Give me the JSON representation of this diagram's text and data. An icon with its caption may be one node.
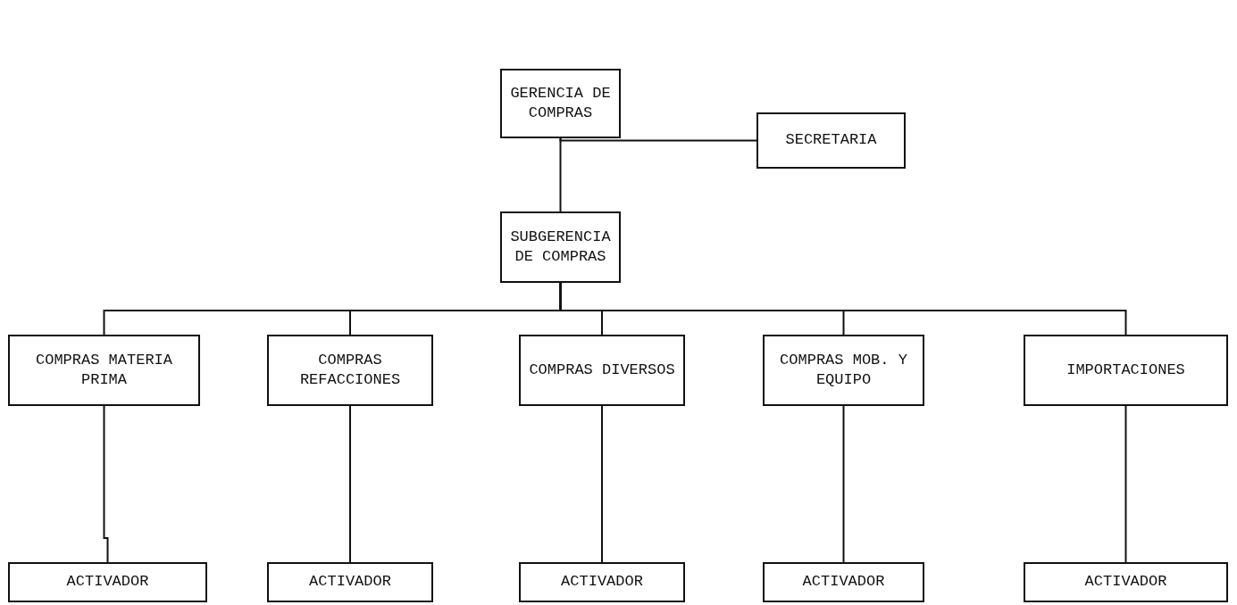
{
  "diagram": {
    "nodes": [
      {
        "text": [
          "GERENCIA DE COMPRAS"
        ]
      },
      {
        "text": [
          "SECRETARIA"
        ]
      },
      {
        "text": [
          "SUBGERENCIA DE COMPRAS"
        ]
      },
      {
        "text": [
          "COMPRAS MATERIA PRIMA"
        ]
      },
      {
        "text": [
          "COMPRAS REFACCIONES"
        ]
      },
      {
        "text": [
          "COMPRAS DIVERSOS"
        ]
      },
      {
        "text": [
          "COMPRAS MOB. Y EQUIPO"
        ]
      },
      {
        "text": [
          "IMPORTACIONES"
        ]
      },
      {
        "text": [
          "ACTIVADOR"
        ]
      },
      {
        "text": [
          "ACTIVADOR"
        ]
      },
      {
        "text": [
          "ACTIVADOR"
        ]
      },
      {
        "text": [
          "ACTIVADOR"
        ]
      },
      {
        "text": [
          "ACTIVADOR"
        ]
      }
    ],
    "edges": [
      {
        "from": 0,
        "to": 1,
        "arrow": "none"
      },
      {
        "from": 0,
        "to": 2,
        "arrow": "none"
      },
      {
        "from": 2,
        "to": 3,
        "arrow": "none"
      },
      {
        "from": 2,
        "to": 4,
        "arrow": "none"
      },
      {
        "from": 2,
        "to": 5,
        "arrow": "none"
      },
      {
        "from": 2,
        "to": 6,
        "arrow": "none"
      },
      {
        "from": 2,
        "to": 7,
        "arrow": "none"
      },
      {
        "from": 3,
        "to": 8,
        "arrow": "none"
      },
      {
        "from": 4,
        "to": 9,
        "arrow": "none"
      },
      {
        "from": 5,
        "to": 10,
        "arrow": "none"
      },
      {
        "from": 6,
        "to": 11,
        "arrow": "none"
      },
      {
        "from": 7,
        "to": 12,
        "arrow": "none"
      }
    ]
  }
}
